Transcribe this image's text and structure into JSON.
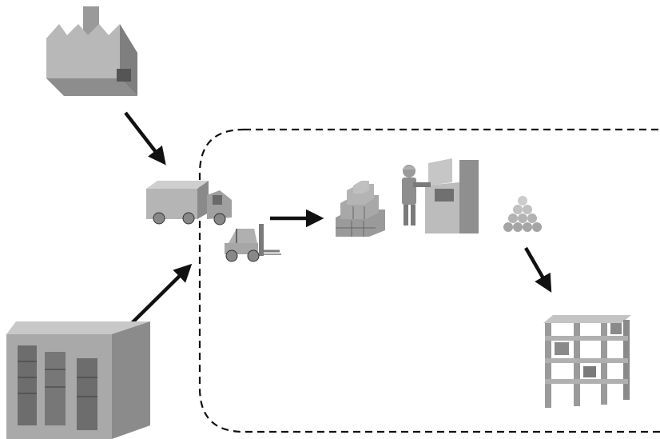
{
  "diagram": {
    "nodes": [
      {
        "id": "factory",
        "icon": "factory-icon"
      },
      {
        "id": "truck",
        "icon": "truck-icon"
      },
      {
        "id": "warehouse",
        "icon": "warehouse-icon"
      },
      {
        "id": "forklift",
        "icon": "forklift-icon"
      },
      {
        "id": "box-stack",
        "icon": "box-stack-icon"
      },
      {
        "id": "worker-machine",
        "icon": "worker-at-machine-icon"
      },
      {
        "id": "ball-pyramid",
        "icon": "ball-pyramid-icon"
      },
      {
        "id": "shelving",
        "icon": "storage-shelf-icon"
      }
    ],
    "edges": [
      {
        "from": "factory",
        "to": "truck"
      },
      {
        "from": "warehouse",
        "to": "facility-boundary"
      },
      {
        "from": "forklift",
        "to": "box-stack"
      },
      {
        "from": "ball-pyramid",
        "to": "shelving"
      }
    ],
    "boundary": {
      "style": "dashed"
    },
    "colors": {
      "light": "#b8b8b8",
      "mid": "#9a9a9a",
      "dark": "#6f6f6f",
      "stroke": "#111111"
    }
  }
}
